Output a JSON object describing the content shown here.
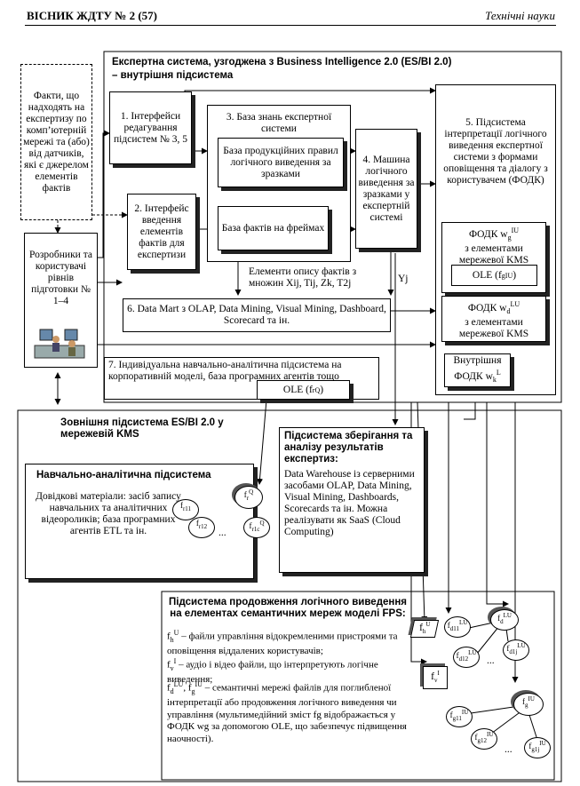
{
  "header": {
    "journal": "ВІСНИК ЖДТУ № 2 (57)",
    "section": "Технічні науки"
  },
  "facts_source": "Факти, що надходять на експертизу по комп’ютерній мережі та (або) від датчиків, які є джерелом елементів фактів",
  "developers": "Розробники та користувачі рівнів підготовки № 1–4",
  "internal": {
    "title": "Експертна система, узгоджена з Business Intelligence 2.0 (ES/BI 2.0)",
    "subtitle": "– внутрішня підсистема",
    "box1": "1. Інтерфейси редагування підсистем № 3, 5",
    "box2": "2. Інтерфейс введення елементів фактів для експертизи",
    "box3_title": "3. База знань експертної системи",
    "box3_rules": "База продукційних правил логічного виведення за зразками",
    "box3_facts": "База фактів на фреймах",
    "box4": "4. Машина логічного виведення за зразками у експертній системі",
    "box5": "5. Підсистема інтерпретації логічного виведення експертної системи з формами оповіщення та діалогу з користувачем (ФОДК)",
    "fodk1": "ФОДК wg^IU з елементами мережевої KMS",
    "fodk1_label": "ФОДК w",
    "fodk1_rest": "з елементами мережевої KMS",
    "ole1": "OLE (fg^IU)",
    "fodk2_label": "ФОДК w",
    "fodk2_rest": "з елементами мережевої KMS",
    "fodk3_label": "Внутрішня ФОДК w",
    "elements": "Елементи опису фактів з множин Xij, Tij, Zk, T2j",
    "yj": "Yj",
    "box6": "6. Data Mart з OLAP, Data Mining, Visual Mining, Dashboard, Scorecard та ін.",
    "box7": "7. Індивідуальна навчально-аналітична підсистема на корпоративній моделі, база програмних агентів тощо",
    "ole7": "OLE (fr^Q)"
  },
  "external": {
    "title": "Зовнішня підсистема ES/BI 2.0 у мережевій KMS",
    "learning_title": "Навчально-аналітична підсистема",
    "learning_text": "Довідкові матеріали: засіб запису навчальних та аналітичних відеороликів; база програмних агентів ETL та ін.",
    "storage_title": "Підсистема зберігання та аналізу результатів експертиз:",
    "storage_text": "Data Warehouse із серверними засобами OLAP, Data Mining, Visual Mining, Dashboards, Scorecards та ін. Можна реалізувати як SaaS (Cloud Computing)",
    "cont_title": "Підсистема продовження логічного виведення на елементах семантичних мереж моделі FPS:",
    "p1": "– файли управління відокремленими пристроями та оповіщення віддалених користувачів;",
    "p2": "– аудіо і відео файли, що інтерпретують логічне виведення;",
    "p3": "– семантичні мережі файлів для поглибленої інтерпретації або продовження логічного виведення чи управління (мультимедійний зміст fg відображається у ФОДК wg за допомогою OLE, що забезпечує підвищення наочності)."
  },
  "nodes": {
    "fr": "f",
    "fr_sup": "Q",
    "fr_sub": "r",
    "fr11": "f",
    "fr11_sub": "r11",
    "fr12": "f",
    "fr12_sub": "r12",
    "fr1c": "f",
    "fr1c_sub": "r1c",
    "fr1c_sup": "Q",
    "fh": "f",
    "fh_sub": "h",
    "fh_sup": "U",
    "fv": "f",
    "fv_sub": "v",
    "fv_sup": "I",
    "fd": "f",
    "fd_sub": "d",
    "fd_sup": "LU",
    "fd11": "f",
    "fd11_sub": "d11",
    "fd11_sup": "LU",
    "fd12": "f",
    "fd12_sub": "d12",
    "fd12_sup": "LU",
    "fd1j": "f",
    "fd1j_sub": "d1j",
    "fd1j_sup": "LU",
    "fg": "f",
    "fg_sub": "g",
    "fg_sup": "IU",
    "fg11": "f",
    "fg11_sub": "g11",
    "fg11_sup": "IU",
    "fg12": "f",
    "fg12_sub": "g12",
    "fg12_sup": "IU",
    "fg1j": "f",
    "fg1j_sub": "g1j",
    "fg1j_sup": "IU",
    "dots": "..."
  }
}
